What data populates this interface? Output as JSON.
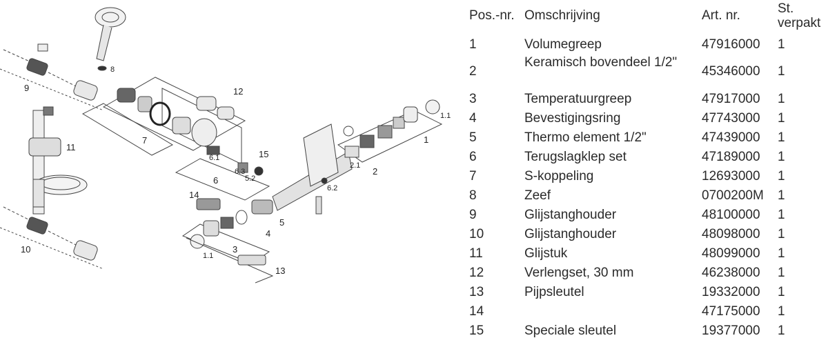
{
  "diagram": {
    "callouts": [
      "8",
      "9",
      "11",
      "10",
      "12",
      "7",
      "6.1",
      "6.3",
      "6",
      "5.2",
      "15",
      "14",
      "3",
      "1.1",
      "13",
      "5",
      "4",
      "6.2",
      "2.1",
      "2",
      "1",
      "1.1"
    ]
  },
  "table": {
    "headers": {
      "pos": "Pos.-nr.",
      "desc": "Omschrijving",
      "art": "Art. nr.",
      "qty": "St. verpakt"
    },
    "rows": [
      {
        "pos": "1",
        "desc": "Volumegreep",
        "art": "47916000",
        "qty": "1"
      },
      {
        "pos": "2",
        "desc": "Keramisch bovendeel 1/2\"",
        "art": "45346000",
        "qty": "1"
      },
      {
        "pos": "3",
        "desc": "Temperatuurgreep",
        "art": "47917000",
        "qty": "1"
      },
      {
        "pos": "4",
        "desc": "Bevestigingsring",
        "art": "47743000",
        "qty": "1"
      },
      {
        "pos": "5",
        "desc": "Thermo element 1/2\"",
        "art": "47439000",
        "qty": "1"
      },
      {
        "pos": "6",
        "desc": "Terugslagklep set",
        "art": "47189000",
        "qty": "1"
      },
      {
        "pos": "7",
        "desc": "S-koppeling",
        "art": "12693000",
        "qty": "1"
      },
      {
        "pos": "8",
        "desc": "Zeef",
        "art": "0700200M",
        "qty": "1"
      },
      {
        "pos": "9",
        "desc": "Glijstanghouder",
        "art": "48100000",
        "qty": "1"
      },
      {
        "pos": "10",
        "desc": "Glijstanghouder",
        "art": "48098000",
        "qty": "1"
      },
      {
        "pos": "11",
        "desc": "Glijstuk",
        "art": "48099000",
        "qty": "1"
      },
      {
        "pos": "12",
        "desc": "Verlengset, 30 mm",
        "art": "46238000",
        "qty": "1"
      },
      {
        "pos": "13",
        "desc": "Pijpsleutel",
        "art": "19332000",
        "qty": "1"
      },
      {
        "pos": "14",
        "desc": "",
        "art": "47175000",
        "qty": "1"
      },
      {
        "pos": "15",
        "desc": "Speciale sleutel",
        "art": "19377000",
        "qty": "1"
      }
    ]
  }
}
